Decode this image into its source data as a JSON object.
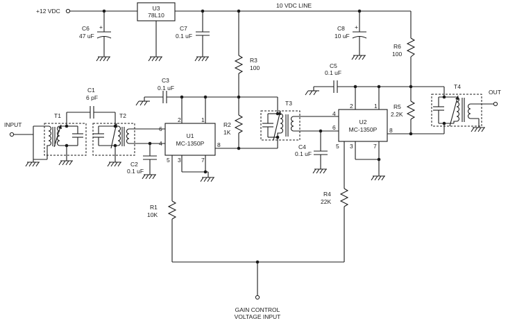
{
  "labels": {
    "supply": "+12 VDC",
    "line": "10 VDC LINE",
    "input": "INPUT",
    "output": "OUT",
    "gain_control_1": "GAIN CONTROL",
    "gain_control_2": "VOLTAGE INPUT"
  },
  "regulator": {
    "ref": "U3",
    "part": "78L10"
  },
  "ics": [
    {
      "ref": "U1",
      "part": "MC-1350P",
      "pins": [
        "2",
        "1",
        "6",
        "4",
        "8",
        "5",
        "3",
        "7"
      ]
    },
    {
      "ref": "U2",
      "part": "MC-1350P",
      "pins": [
        "2",
        "1",
        "4",
        "6",
        "8",
        "5",
        "3",
        "7"
      ]
    }
  ],
  "capacitors": [
    {
      "ref": "C6",
      "value": "47 uF"
    },
    {
      "ref": "C7",
      "value": "0.1 uF"
    },
    {
      "ref": "C8",
      "value": "10 uF"
    },
    {
      "ref": "C3",
      "value": "0.1 uF"
    },
    {
      "ref": "C1",
      "value": "6 pF"
    },
    {
      "ref": "C2",
      "value": "0.1 uF"
    },
    {
      "ref": "C5",
      "value": "0.1 uF"
    },
    {
      "ref": "C4",
      "value": "0.1 uF"
    }
  ],
  "resistors": [
    {
      "ref": "R3",
      "value": "100"
    },
    {
      "ref": "R2",
      "value": "1K"
    },
    {
      "ref": "R1",
      "value": "10K"
    },
    {
      "ref": "R6",
      "value": "100"
    },
    {
      "ref": "R5",
      "value": "2.2K"
    },
    {
      "ref": "R4",
      "value": "22K"
    }
  ],
  "transformers": [
    "T1",
    "T2",
    "T3",
    "T4"
  ],
  "polarity_mark": "+"
}
